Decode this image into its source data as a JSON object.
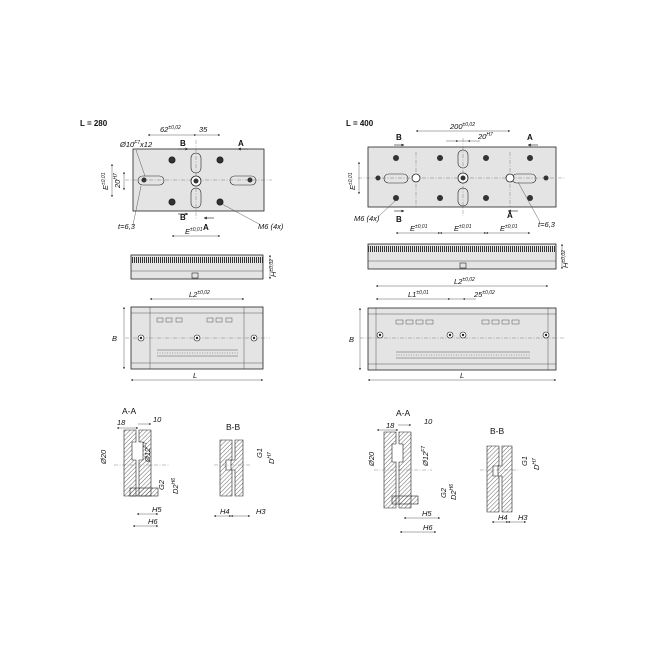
{
  "left": {
    "title": "L = 280",
    "top": {
      "d62": "62",
      "d62_tol": "±0,02",
      "d35": "35",
      "d10": "Ø10",
      "d10_tol": "F7",
      "d10_suffix": "x12",
      "d20": "20",
      "d20_tol": "H7",
      "e_side": "E",
      "e_side_tol": "±0,01",
      "e_bottom": "E",
      "e_bottom_tol": "±0,01",
      "t": "t=6,3",
      "m6": "M6 (4x)",
      "a": "A",
      "b": "B"
    },
    "side": {
      "h": "H",
      "h_tol": "±0,02"
    },
    "front": {
      "l2": "L2",
      "l2_tol": "±0,02",
      "b": "B",
      "l": "L"
    },
    "section_aa": {
      "title": "A-A",
      "d18": "18",
      "d10": "10",
      "d20": "Ø20",
      "d12": "Ø12",
      "d12_tol": "F7",
      "g2": "G2",
      "d2": "D2",
      "d2_tol": "H6",
      "h5": "H5",
      "h6": "H6"
    },
    "section_bb": {
      "title": "B-B",
      "g1": "G1",
      "d": "D",
      "d_tol": "H7",
      "h4": "H4",
      "h3": "H3"
    }
  },
  "right": {
    "title": "L = 400",
    "top": {
      "d200": "200",
      "d200_tol": "±0,02",
      "d20": "20",
      "d20_tol": "H7",
      "e_side": "E",
      "e_side_tol": "±0,01",
      "e1": "E",
      "e1_tol": "±0,01",
      "e2": "E",
      "e2_tol": "±0,01",
      "e3": "E",
      "e3_tol": "±0,01",
      "m6": "M6 (4x)",
      "t": "t=6,3",
      "a": "A",
      "b": "B"
    },
    "side": {
      "h": "H",
      "h_tol": "±0,02"
    },
    "front": {
      "l2": "L2",
      "l2_tol": "±0,02",
      "l1": "L1",
      "l1_tol": "±0,01",
      "d25": "25",
      "d25_tol": "±0,02",
      "b": "B",
      "l": "L"
    },
    "section_aa": {
      "title": "A-A",
      "d18": "18",
      "d10": "10",
      "d20": "Ø20",
      "d12": "Ø12",
      "d12_tol": "F7",
      "g2": "G2",
      "d2": "D2",
      "d2_tol": "H6",
      "h5": "H5",
      "h6": "H6"
    },
    "section_bb": {
      "title": "B-B",
      "g1": "G1",
      "d": "D",
      "d_tol": "H7",
      "h4": "H4",
      "h3": "H3"
    }
  }
}
